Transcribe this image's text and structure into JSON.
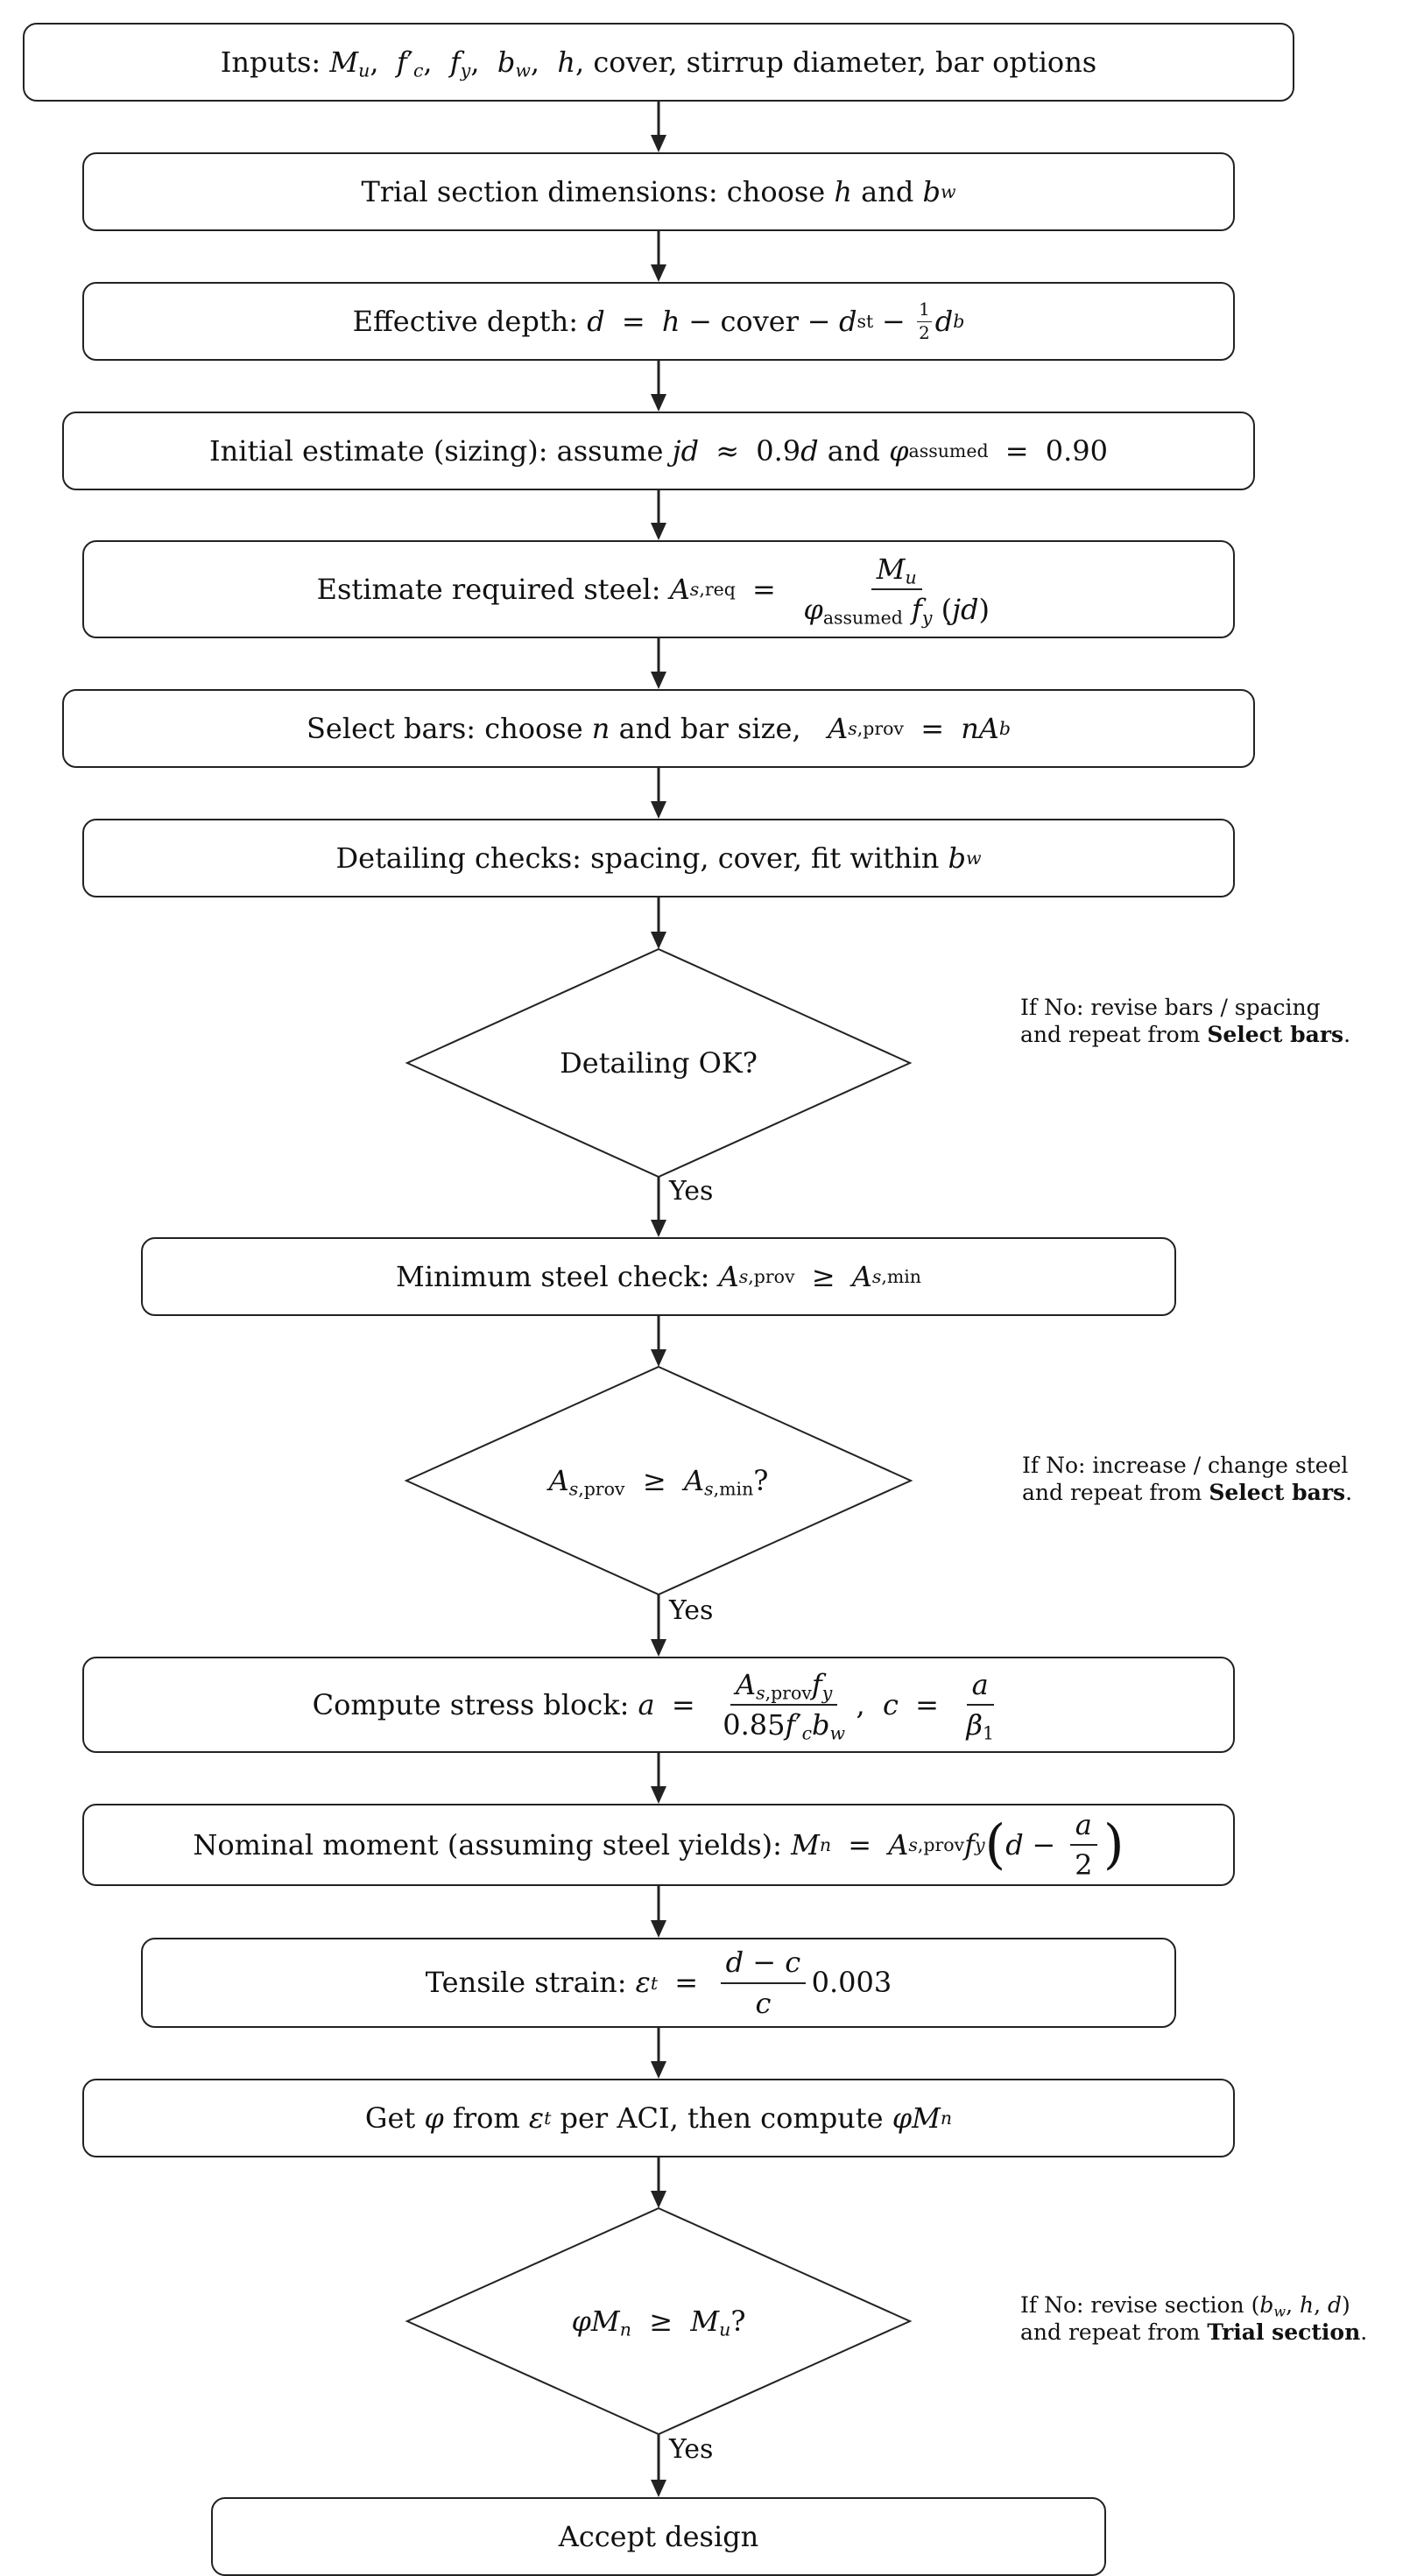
{
  "colors": {
    "stroke": "#222222",
    "background": "#ffffff",
    "text": "#111111"
  },
  "flowchart": {
    "inputs": {
      "label": "Inputs:",
      "text": "cover, stirrup diameter, bar options"
    },
    "trial_section": {
      "text": "Trial section dimensions: choose",
      "and": "and"
    },
    "effective_depth": {
      "label": "Effective depth:",
      "cover": "cover"
    },
    "initial_estimate": {
      "text": "Initial estimate (sizing): assume",
      "and": "and",
      "approx": "0.9",
      "phi_value": "0.90"
    },
    "estimate_steel": {
      "label": "Estimate required steel:"
    },
    "select_bars": {
      "text": "Select bars: choose",
      "text2": "and bar size,"
    },
    "detailing_checks": {
      "text": "Detailing checks: spacing, cover, fit within"
    },
    "detailing_ok": {
      "question": "Detailing OK?",
      "yes": "Yes",
      "note_line1": "If No: revise bars / spacing",
      "note_prefix": "and repeat from",
      "note_target": "Select bars"
    },
    "min_steel_check": {
      "label": "Minimum steel check:"
    },
    "min_steel_decision": {
      "yes": "Yes",
      "note_line1": "If No: increase / change steel",
      "note_prefix": "and repeat from",
      "note_target": "Select bars"
    },
    "stress_block": {
      "label": "Compute stress block:",
      "const": "0.85"
    },
    "nominal_moment": {
      "label": "Nominal moment (assuming steel yields):"
    },
    "tensile_strain": {
      "label": "Tensile strain:",
      "const": "0.003"
    },
    "get_phi": {
      "text1": "Get",
      "text2": "from",
      "text3": "per ACI, then compute"
    },
    "strength_decision": {
      "yes": "Yes",
      "note_line1": "If No: revise section",
      "note_prefix": "and repeat from",
      "note_target": "Trial section"
    },
    "accept": {
      "text": "Accept design"
    }
  }
}
